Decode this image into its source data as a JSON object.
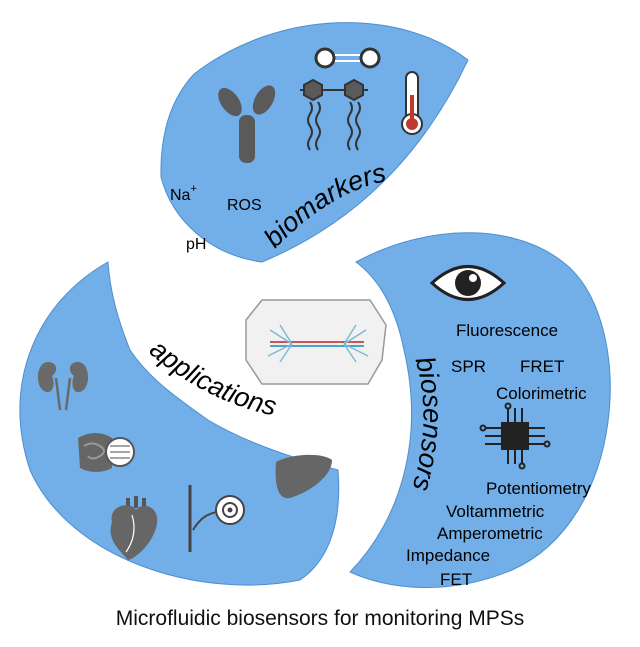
{
  "colors": {
    "lobe": "#72aee8",
    "lobe_edge": "#4d8fcf",
    "icon": "#5a5a5a",
    "chip": "#f1f1f1"
  },
  "caption": "Microfluidic biosensors for monitoring MPSs",
  "sections": {
    "biomarkers": {
      "title": "biomarkers",
      "labels": {
        "na": "Na",
        "na_sup": "+",
        "ros": "ROS",
        "ph": "pH"
      },
      "icons": [
        "antibody-icon",
        "oxygen-molecule-icon",
        "lipid-bilayer-icon",
        "thermometer-icon"
      ]
    },
    "biosensors": {
      "title": "biosensors",
      "optical": [
        "Fluorescence",
        "SPR",
        "FRET",
        "Colorimetric"
      ],
      "electrochemical": [
        "Potentiometry",
        "Voltammetric",
        "Amperometric",
        "Impedance",
        "FET"
      ],
      "icons": [
        "eye-icon",
        "microchip-icon"
      ]
    },
    "applications": {
      "title": "applications",
      "icons": [
        "kidney-icon",
        "intestine-icon",
        "heart-icon",
        "bone-icon",
        "liver-icon"
      ]
    }
  },
  "center_icon": "organ-on-chip-icon"
}
